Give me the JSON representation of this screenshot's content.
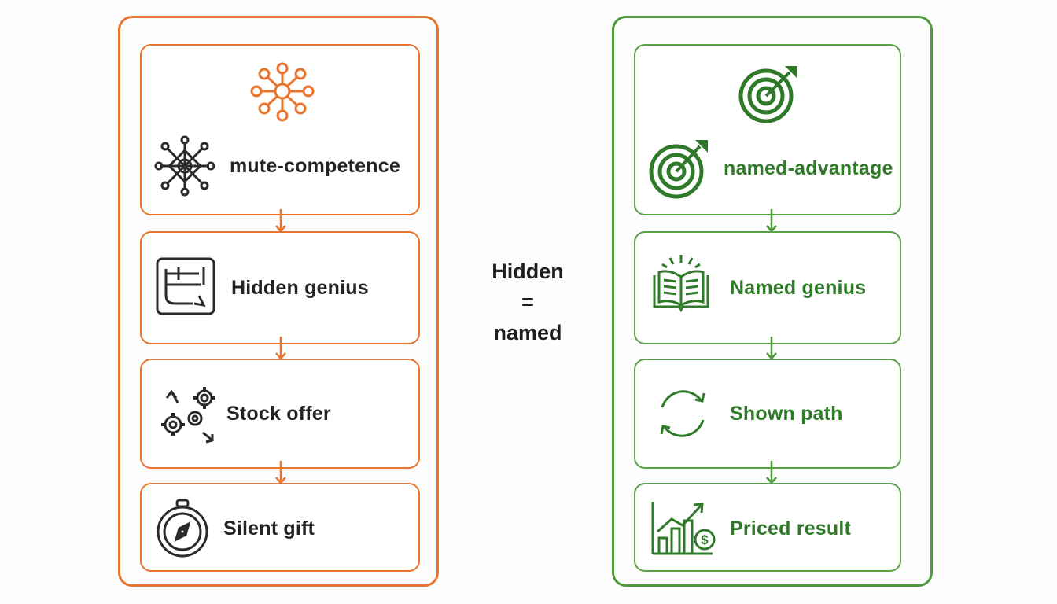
{
  "left_column": {
    "accent_color": "#e8742e",
    "steps": [
      {
        "label": "mute-competence",
        "icon": "network-node-icon"
      },
      {
        "label": "Hidden genius",
        "icon": "maze-path-icon"
      },
      {
        "label": "Stock offer",
        "icon": "gears-icon"
      },
      {
        "label": "Silent gift",
        "icon": "compass-icon"
      }
    ],
    "top_icon": "network-hub-icon"
  },
  "center": {
    "line1": "Hidden",
    "line2": "=",
    "line3": "named"
  },
  "right_column": {
    "accent_color": "#4e9a3c",
    "steps": [
      {
        "label": "named-advantage",
        "icon": "target-icon"
      },
      {
        "label": "Named genius",
        "icon": "open-book-icon"
      },
      {
        "label": "Shown path",
        "icon": "cycle-arrows-icon"
      },
      {
        "label": "Priced result",
        "icon": "growth-chart-dollar-icon"
      }
    ],
    "top_icon": "target-arrow-icon"
  }
}
